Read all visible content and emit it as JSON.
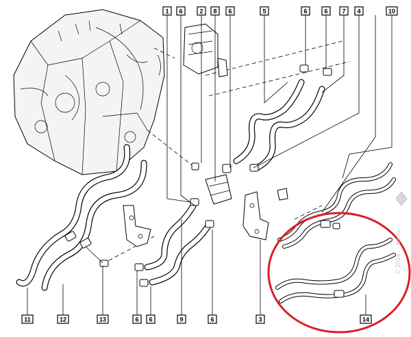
{
  "callouts": {
    "top": [
      "1",
      "6",
      "2",
      "8",
      "6",
      "5",
      "6",
      "6",
      "7",
      "4",
      "10"
    ],
    "bottom": [
      "11",
      "12",
      "13",
      "6",
      "6",
      "9",
      "6",
      "3",
      "14"
    ]
  },
  "watermark": "© 2019 ... els.ru",
  "logo_text": "RENAULT",
  "colors": {
    "highlight_ring": "#d81f26",
    "line": "#000000",
    "background": "#ffffff"
  }
}
